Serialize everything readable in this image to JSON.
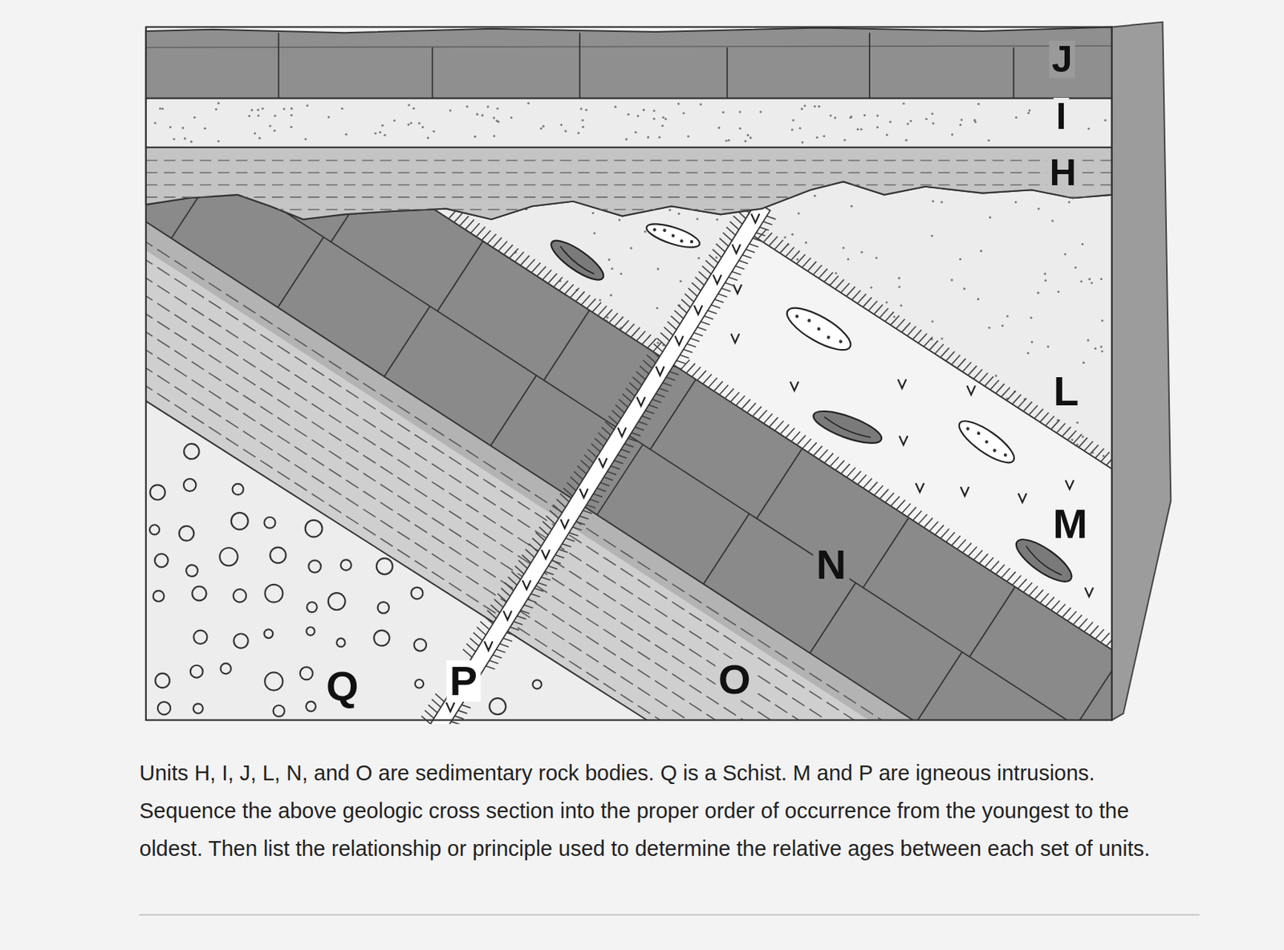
{
  "diagram": {
    "caption": "Units H, I, J, L, N, and O are sedimentary rock bodies. Q is a Schist. M and P are igneous intrusions. Sequence the above geologic cross section into the proper order of occurrence from the youngest to the oldest. Then list the relationship or principle used to determine the relative ages between each set of units.",
    "labels": [
      "J",
      "I",
      "H",
      "L",
      "M",
      "N",
      "Q",
      "P",
      "O"
    ]
  }
}
